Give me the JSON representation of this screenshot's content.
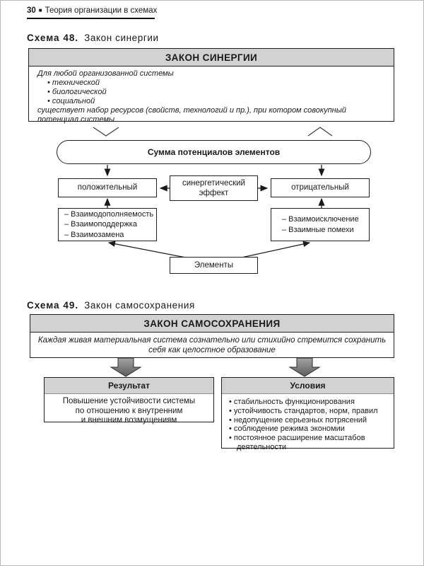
{
  "page": {
    "number": "30",
    "separator": "■",
    "header_title": "Теория организации в схемах"
  },
  "colors": {
    "band_grey": "#d2d2d2",
    "line_dark": "#1a1a1a",
    "block_arrow_light": "#a3a3a3",
    "block_arrow_dark": "#5c5c5c"
  },
  "schema48": {
    "caption_label": "Схема 48.",
    "caption_title": "Закон синергии",
    "law_title": "ЗАКОН СИНЕРГИИ",
    "description_intro": "Для любой организованной системы",
    "description_bullets": [
      "• технической",
      "• биологической",
      "• социальной"
    ],
    "description_outro": "существует набор ресурсов (свойств, технологий и пр.), при котором совокупный потенциал системы",
    "sum_label": "Сумма потенциалов элементов",
    "positive_label": "положительный",
    "effect_label": "синергетический эффект",
    "negative_label": "отрицательный",
    "positive_factors": [
      "– Взаимодополняемость",
      "– Взаимоподдержка",
      "– Взаимозамена"
    ],
    "negative_factors": [
      "– Взаимоисключение",
      "– Взаимные помехи"
    ],
    "elements_label": "Элементы"
  },
  "schema49": {
    "caption_label": "Схема 49.",
    "caption_title": "Закон самосохранения",
    "law_title": "ЗАКОН САМОСОХРАНЕНИЯ",
    "description": "Каждая живая материальная система сознательно или стихийно стремится сохранить себя как целостное образование",
    "result": {
      "title": "Результат",
      "lines": [
        "Повышение устойчивости системы",
        "по отношению к внутренним",
        "и внешним возмущениям"
      ]
    },
    "conditions": {
      "title": "Условия",
      "items": [
        "• стабильность функционирования",
        "• устойчивость стандартов, норм, правил",
        "• недопущение серьезных потрясений",
        "• соблюдение режима экономии",
        "• постоянное расширение масштабов деятельности"
      ]
    }
  }
}
